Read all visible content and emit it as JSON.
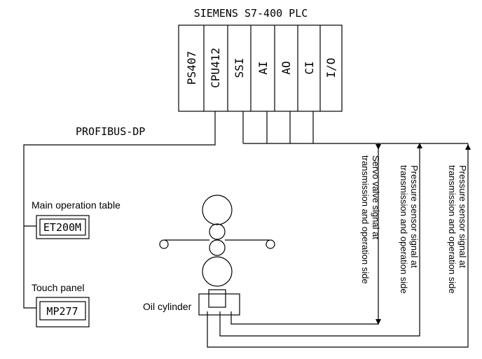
{
  "plc": {
    "title": "SIEMENS S7-400 PLC",
    "modules": [
      "PS407",
      "CPU412",
      "SSI",
      "AI",
      "AO",
      "CI",
      "I/O"
    ]
  },
  "bus_label": "PROFIBUS-DP",
  "main_operation_table": {
    "label": "Main operation table",
    "device": "ET200M"
  },
  "touch_panel": {
    "label": "Touch panel",
    "device": "MP277"
  },
  "oil_cylinder_label": "Oil cylinder",
  "signals": {
    "servo": {
      "line1": "Servo valve signal at",
      "line2": "transmission and operation side"
    },
    "pressure1": {
      "line1": "Pressure sensor signal at",
      "line2": "transmission and operation side"
    },
    "pressure2": {
      "line1": "Pressure sensor signal at",
      "line2": "transmission and operation side"
    }
  }
}
